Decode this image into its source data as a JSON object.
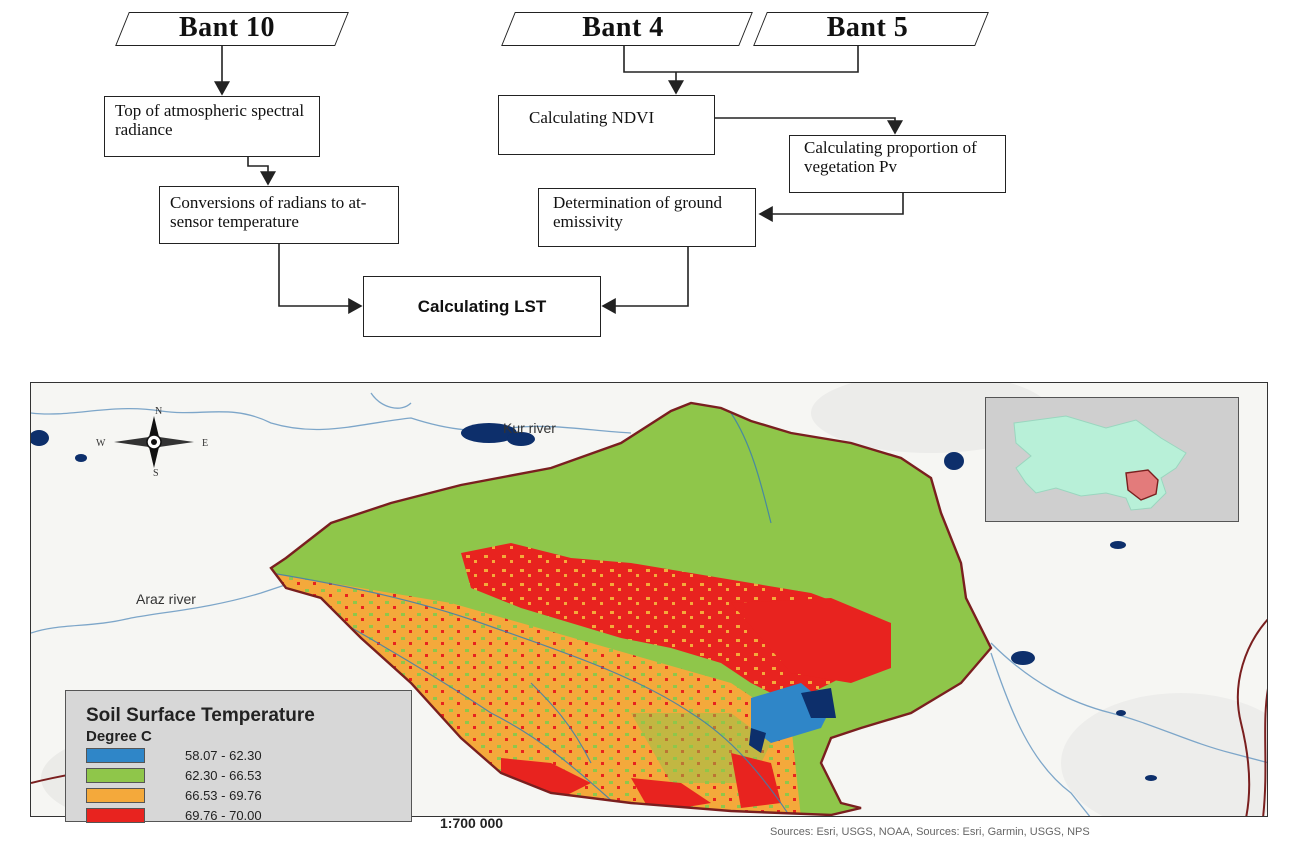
{
  "flowchart": {
    "inputs": {
      "bant10": "Bant 10",
      "bant4": "Bant 4",
      "bant5": "Bant 5"
    },
    "steps": {
      "toa_radiance": "Top of atmospheric spectral radiance",
      "conversion": "Conversions of radians to at-sensor temperature",
      "ndvi": "Calculating NDVI",
      "pv": "Calculating proportion of vegetation Pv",
      "emissivity": "Determination of ground emissivity",
      "lst": "Calculating LST"
    }
  },
  "map": {
    "labels": {
      "kur_river": "Kur river",
      "araz_river": "Araz river"
    },
    "compass": {
      "n": "N",
      "s": "S",
      "e": "E",
      "w": "W"
    },
    "legend": {
      "title": "Soil Surface Temperature",
      "subtitle": "Degree C",
      "classes": [
        {
          "label": "58.07 - 62.30",
          "color": "#2f86c8"
        },
        {
          "label": "62.30 - 66.53",
          "color": "#8fc64a"
        },
        {
          "label": "66.53 - 69.76",
          "color": "#f4a93b"
        },
        {
          "label": "69.76 - 70.00",
          "color": "#e8231f"
        }
      ]
    },
    "scale": "1:700 000",
    "credits": "Sources: Esri, USGS, NOAA, Sources: Esri, Garmin, USGS, NPS",
    "colors": {
      "boundary": "#7a1f1f",
      "water": "#0d2f6b",
      "river_line": "#7da6c9",
      "inset_country": "#b8f0d8",
      "inset_region": "#e37b7b"
    }
  }
}
